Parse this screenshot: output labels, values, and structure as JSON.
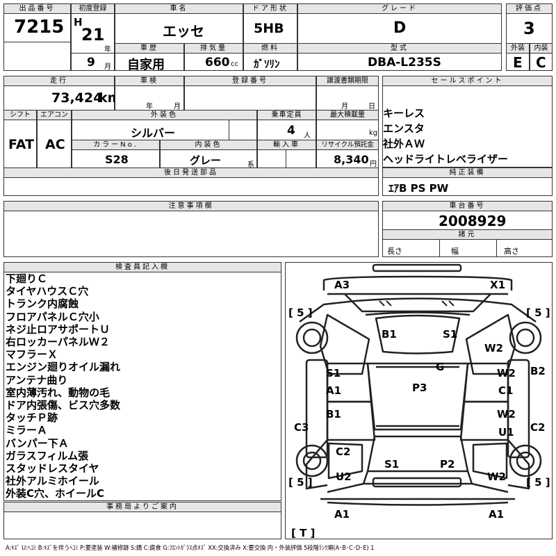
{
  "header_labels": {
    "lot": "出品番号",
    "first_reg": "初度登録",
    "car_name": "車名",
    "door": "ドア形状",
    "grade": "グレード",
    "score": "評価点",
    "history": "車歴",
    "displacement": "排気量",
    "fuel": "燃料",
    "model": "型式",
    "exterior": "外装",
    "interior": "内装"
  },
  "vehicle": {
    "lot_number": "7215",
    "era": "H",
    "year": "21",
    "year_unit": "年",
    "month": "9",
    "month_unit": "月",
    "name": "エッセ",
    "door": "5HB",
    "grade": "D",
    "score": "3",
    "history": "自家用",
    "displacement": "660",
    "displacement_unit": "cc",
    "fuel": "ｶﾞｿﾘﾝ",
    "model": "DBA-L235S",
    "exterior_grade": "E",
    "interior_grade": "C"
  },
  "row2_labels": {
    "mileage": "走行",
    "inspection": "車検",
    "reg_no": "登録番号",
    "transfer_deadline": "譲渡書類期限",
    "year_unit": "年",
    "month_unit": "月",
    "day_unit": "日",
    "sales_point": "セールスポイント"
  },
  "mileage": {
    "value": "73,424",
    "unit": "km"
  },
  "row3_labels": {
    "shift": "シフト",
    "aircon": "エアコン",
    "ext_color": "外装色",
    "capacity": "乗車定員",
    "max_load": "最大積載量",
    "color_no": "カラーNo.",
    "int_color": "内装色",
    "import": "輸入車",
    "recycle": "リサイクル預託金"
  },
  "specs": {
    "shift": "FAT",
    "aircon": "AC",
    "ext_color": "シルバー",
    "capacity": "4",
    "capacity_unit": "人",
    "load_unit": "kg",
    "color_no": "S28",
    "int_color": "グレー",
    "int_color_suffix": "系",
    "recycle": "8,340",
    "recycle_unit": "円"
  },
  "sales_points": [
    "キーレス",
    "エンスタ",
    "社外ＡＷ",
    "ヘッドライトレベライザー"
  ],
  "later_parts_label": "後日発送部品",
  "genuine_equipment": {
    "label": "純正装備",
    "value": "ｴｱB PS PW"
  },
  "caution_label": "注意事項欄",
  "chassis": {
    "label": "車台番号",
    "number": "2008929",
    "dims_label": "諸元",
    "length": "長さ",
    "width": "幅",
    "height": "高さ"
  },
  "inspector_label": "検査員記入欄",
  "inspector_notes": [
    "下廻りＣ",
    "タイヤハウスＣ穴",
    "トランク内腐蝕",
    "フロアパネルＣ穴小",
    "ネジ止ロアサポートＵ",
    "右ロッカーパネルＷ２",
    "マフラーＸ",
    "エンジン廻りオイル漏れ",
    "アンテナ曲り",
    "室内薄汚れ、動物の毛",
    "ドア内張傷、ビス穴多数",
    "タッチＰ跡",
    "ミラーＡ",
    "バンパー下Ａ",
    "ガラスフィルム張",
    "スタッドレスタイヤ",
    "社外アルミホイール",
    "外装C穴、ホイールC"
  ],
  "office_label": "事務局よりご案内",
  "damage_marks": {
    "a3": "A3",
    "x1": "X1",
    "b1_top": "B1",
    "s1_top": "S1",
    "w2_rf": "W2",
    "g": "G",
    "s1_left": "S1",
    "w2_right": "W2",
    "b2": "B2",
    "a1_left": "A1",
    "p3": "P3",
    "c1": "C1",
    "b1_left": "B1",
    "w2_right2": "W2",
    "c3": "C3",
    "u1": "U1",
    "c2_right": "C2",
    "c2_left": "C2",
    "s1_bottom": "S1",
    "p2": "P2",
    "u2": "U2",
    "w2_rr": "W2",
    "a1_bl": "A1",
    "a1_br": "A1",
    "tire_lf": "[ 5 ]",
    "tire_rf": "[ 5 ]",
    "tire_lr": "[ 5 ]",
    "tire_rr": "[ 5 ]",
    "trunk": "[ T ]"
  },
  "legend": "A:ｷｽﾞ U:ﾍｺﾐ B:ｷｽﾞを伴うﾍｺﾐ P:要塗装 W:補修跡 S:錆 C:腐食 G:ﾌﾛﾝﾄｶﾞﾗｽ点ｷｽﾞ XX:交換済み X:要交換 内・外装評価 5段階ﾗﾝｸ順(A･B･C･D･E) 1"
}
